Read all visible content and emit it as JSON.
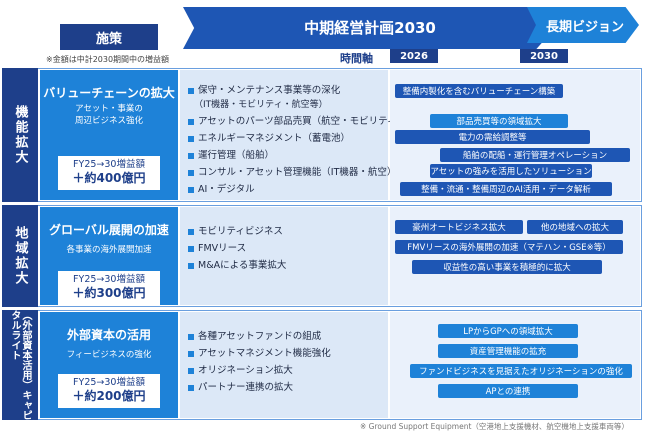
{
  "header": {
    "policy_tab": "施策",
    "note": "※金額は中計2030期間中の増益額",
    "mid_plan": "中期経営計画2030",
    "long_vision": "長期ビジョン",
    "axis_label": "時間軸",
    "year_2026": "2026",
    "year_2030": "2030"
  },
  "sections": {
    "functional": {
      "side_label": "機能拡大",
      "title": "バリューチェーンの拡大",
      "subtitle_1": "アセット・事業の",
      "subtitle_2": "周辺ビジネス強化",
      "amount_line": "FY25→30増益額",
      "amount_value": "＋約400億円",
      "items": [
        "保守・メンテナンス事業等の深化",
        "（IT機器・モビリティ・航空等）",
        "アセットのパーツ部品売買（航空・モビリティ）",
        "エネルギーマネジメント（蓄電池）",
        "運行管理（船舶）",
        "コンサル・アセット管理機能（IT機器・航空）",
        "AI・デジタル"
      ],
      "pills": [
        "整備内製化を含むバリューチェーン構築",
        "部品売買等の領域拡大",
        "電力の需給調整等",
        "船舶の配船・運行管理オペレーション",
        "アセットの強みを活用したソリューション",
        "整備・流通・整備周辺のAI活用・データ解析"
      ]
    },
    "regional": {
      "side_label": "地域拡大",
      "title": "グローバル展開の加速",
      "subtitle": "各事業の海外展開加速",
      "amount_line": "FY25→30増益額",
      "amount_value": "＋約300億円",
      "items": [
        "モビリティビジネス",
        "FMVリース",
        "M&Aによる事業拡大"
      ],
      "pills": [
        "豪州オートビジネス拡大",
        "他の地域への拡大",
        "FMVリースの海外展開の加速（マテハン・GSE※等）",
        "収益性の高い事業を積極的に拡大"
      ]
    },
    "capital": {
      "side_label": "︵外部資本活用︶キャピタルライト",
      "title": "外部資本の活用",
      "subtitle": "フィービジネスの強化",
      "amount_line": "FY25→30増益額",
      "amount_value": "＋約200億円",
      "items": [
        "各種アセットファンドの組成",
        "アセットマネジメント機能強化",
        "オリジネーション拡大",
        "パートナー連携の拡大"
      ],
      "pills": [
        "LPからGPへの領域拡大",
        "資産管理機能の拡充",
        "ファンドビジネスを見据えたオリジネーションの強化",
        "APとの連携"
      ]
    }
  },
  "footnote": "※ Ground Support Equipment（空港地上支援機材、航空機地上支援車両等）"
}
